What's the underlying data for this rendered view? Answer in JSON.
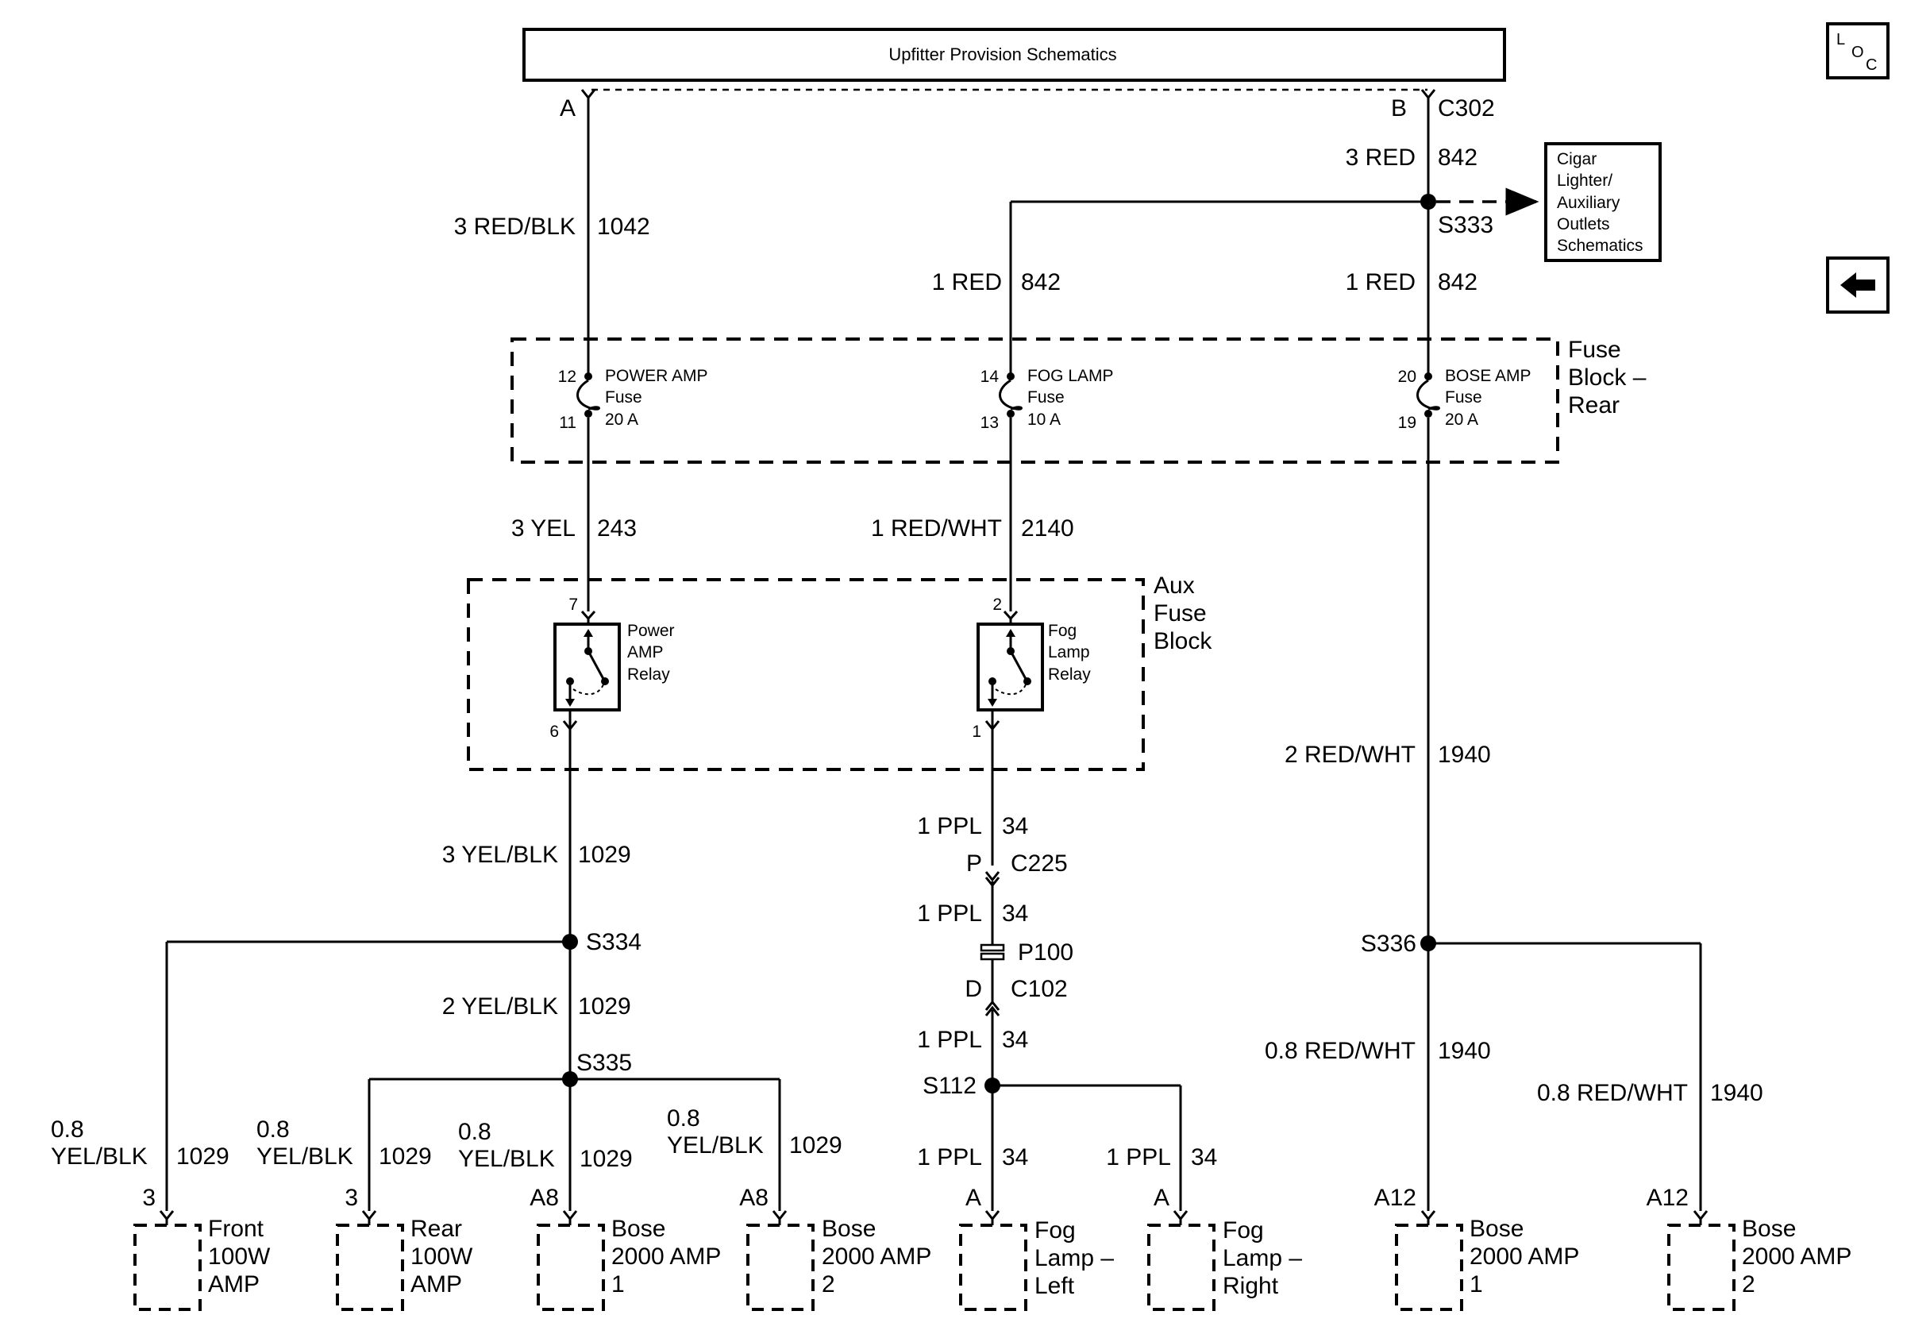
{
  "title": "Upfitter Provision Schematics",
  "nav": {
    "loc_l": "L",
    "loc_o": "O",
    "loc_c": "C"
  },
  "cigar": [
    "Cigar",
    "Lighter/",
    "Auxiliary",
    "Outlets",
    "Schematics"
  ],
  "top_conn": {
    "a": "A",
    "b": "B",
    "name": "C302"
  },
  "wires": {
    "a_top": {
      "gauge": "3 RED/BLK",
      "circuit": "1042"
    },
    "b_top": {
      "gauge": "3 RED",
      "circuit": "842"
    },
    "fog_feed": {
      "gauge": "1 RED",
      "circuit": "842"
    },
    "bose_feed": {
      "gauge": "1 RED",
      "circuit": "842"
    },
    "yel243": {
      "gauge": "3 YEL",
      "circuit": "243"
    },
    "redwht2140": {
      "gauge": "1 RED/WHT",
      "circuit": "2140"
    },
    "redwht1940": {
      "gauge": "2 RED/WHT",
      "circuit": "1940"
    },
    "yelblk_main": {
      "gauge": "3 YEL/BLK",
      "circuit": "1029"
    },
    "yelblk_mid": {
      "gauge": "2 YEL/BLK",
      "circuit": "1029"
    },
    "ppl1": {
      "gauge": "1 PPL",
      "circuit": "34"
    },
    "ppl2": {
      "gauge": "1 PPL",
      "circuit": "34"
    },
    "ppl3": {
      "gauge": "1 PPL",
      "circuit": "34"
    },
    "ppl_left": {
      "gauge": "1 PPL",
      "circuit": "34"
    },
    "ppl_right": {
      "gauge": "1 PPL",
      "circuit": "34"
    },
    "rw_bose1": {
      "gauge": "0.8 RED/WHT",
      "circuit": "1940"
    },
    "rw_bose2": {
      "gauge": "0.8 RED/WHT",
      "circuit": "1940"
    },
    "yb_front": {
      "g1": "0.8",
      "g2": "YEL/BLK",
      "circuit": "1029"
    },
    "yb_rear": {
      "g1": "0.8",
      "g2": "YEL/BLK",
      "circuit": "1029"
    },
    "yb_bose1": {
      "g1": "0.8",
      "g2": "YEL/BLK",
      "circuit": "1029"
    },
    "yb_bose2": {
      "g1": "0.8",
      "g2": "YEL/BLK",
      "circuit": "1029"
    }
  },
  "splices": {
    "s333": "S333",
    "s334": "S334",
    "s335": "S335",
    "s336": "S336",
    "s112": "S112"
  },
  "fuse_block": {
    "label": [
      "Fuse",
      "Block –",
      "Rear"
    ],
    "power_amp": {
      "pin_in": "12",
      "pin_out": "11",
      "name": "POWER AMP",
      "kind": "Fuse",
      "rating": "20 A"
    },
    "fog_lamp": {
      "pin_in": "14",
      "pin_out": "13",
      "name": "FOG LAMP",
      "kind": "Fuse",
      "rating": "10 A"
    },
    "bose_amp": {
      "pin_in": "20",
      "pin_out": "19",
      "name": "BOSE AMP",
      "kind": "Fuse",
      "rating": "20 A"
    }
  },
  "aux_block": {
    "label": [
      "Aux",
      "Fuse",
      "Block"
    ],
    "power_relay": {
      "pin_in": "7",
      "pin_out": "6",
      "lines": [
        "Power",
        "AMP",
        "Relay"
      ]
    },
    "fog_relay": {
      "pin_in": "2",
      "pin_out": "1",
      "lines": [
        "Fog",
        "Lamp",
        "Relay"
      ]
    }
  },
  "connectors": {
    "c225": {
      "pin": "P",
      "name": "C225"
    },
    "p100": {
      "name": "P100"
    },
    "c102": {
      "pin": "D",
      "name": "C102"
    }
  },
  "components": {
    "front_amp": {
      "pin": "3",
      "lines": [
        "Front",
        "100W",
        "AMP"
      ]
    },
    "rear_amp": {
      "pin": "3",
      "lines": [
        "Rear",
        "100W",
        "AMP"
      ]
    },
    "bose_a8_1": {
      "pin": "A8",
      "lines": [
        "Bose",
        "2000 AMP",
        "1"
      ]
    },
    "bose_a8_2": {
      "pin": "A8",
      "lines": [
        "Bose",
        "2000 AMP",
        "2"
      ]
    },
    "fog_left": {
      "pin": "A",
      "lines": [
        "Fog",
        "Lamp –",
        "Left"
      ]
    },
    "fog_right": {
      "pin": "A",
      "lines": [
        "Fog",
        "Lamp –",
        "Right"
      ]
    },
    "bose_a12_1": {
      "pin": "A12",
      "lines": [
        "Bose",
        "2000 AMP",
        "1"
      ]
    },
    "bose_a12_2": {
      "pin": "A12",
      "lines": [
        "Bose",
        "2000 AMP",
        "2"
      ]
    }
  }
}
